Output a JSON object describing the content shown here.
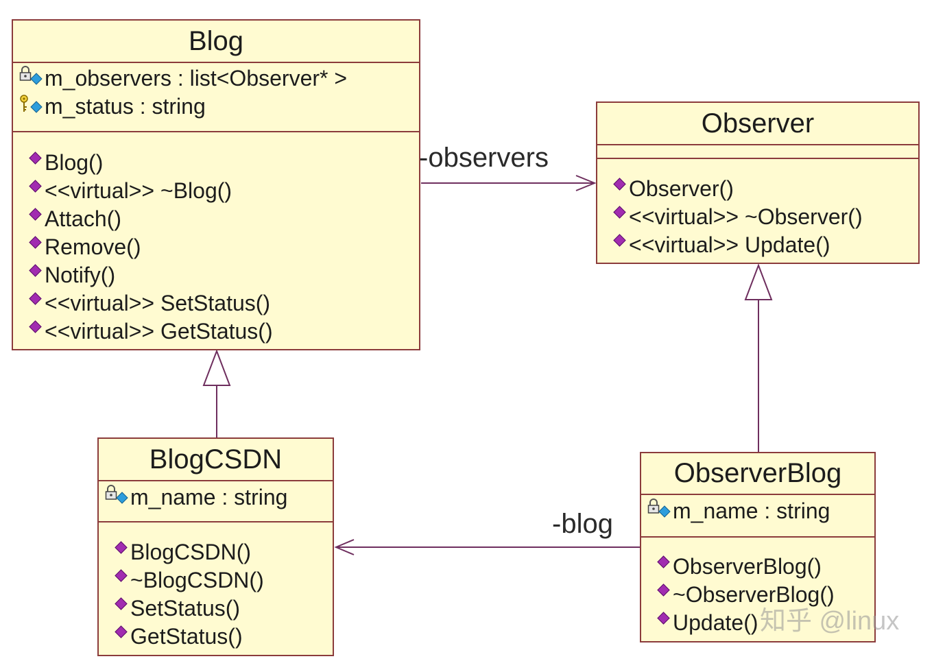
{
  "diagram": {
    "classes": {
      "blog": {
        "name": "Blog",
        "attributes": [
          {
            "icon": "lock-icon",
            "text": "m_observers : list<Observer* >"
          },
          {
            "icon": "key-icon",
            "text": "m_status : string"
          }
        ],
        "operations": [
          "Blog()",
          "<<virtual>> ~Blog()",
          "Attach()",
          "Remove()",
          "Notify()",
          "<<virtual>> SetStatus()",
          "<<virtual>> GetStatus()"
        ]
      },
      "observer": {
        "name": "Observer",
        "attributes": [],
        "operations": [
          "Observer()",
          "<<virtual>> ~Observer()",
          "<<virtual>> Update()"
        ]
      },
      "blog_csdn": {
        "name": "BlogCSDN",
        "attributes": [
          {
            "icon": "lock-icon",
            "text": "m_name : string"
          }
        ],
        "operations": [
          "BlogCSDN()",
          "~BlogCSDN()",
          "SetStatus()",
          "GetStatus()"
        ]
      },
      "observer_blog": {
        "name": "ObserverBlog",
        "attributes": [
          {
            "icon": "lock-icon",
            "text": "m_name : string"
          }
        ],
        "operations": [
          "ObserverBlog()",
          "~ObserverBlog()",
          "Update()"
        ]
      }
    },
    "associations": {
      "observers_role": "-observers",
      "blog_role": "-blog"
    },
    "operation_icon": "diamond-icon"
  },
  "watermark": "知乎 @linux",
  "colors": {
    "box_fill": "#fffbd1",
    "box_border": "#8b3b3b",
    "connector": "#6e2e5e",
    "text": "#1c1c1c",
    "operation_icon": "#a12cb0",
    "attribute_icon": "#2d9ddc"
  }
}
